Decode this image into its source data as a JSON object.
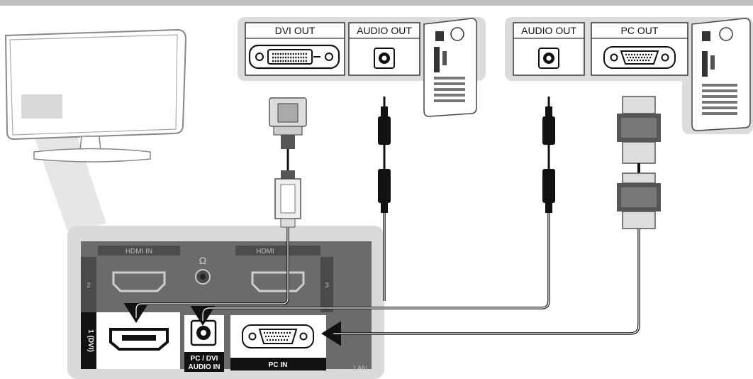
{
  "pc1": {
    "dvi_out_label": "DVI OUT",
    "audio_out_label": "AUDIO OUT"
  },
  "pc2": {
    "audio_out_label": "AUDIO OUT",
    "pc_out_label": "PC OUT"
  },
  "tv_panel": {
    "hdmi_in_label": "HDMI IN",
    "hdmi_in_label_2": "HDMI",
    "port_num_2": "2",
    "port_num_3": "3",
    "hdmi1_dvi_label": "1 (DVI)",
    "pc_dvi_audio_in_line1": "PC / DVI",
    "pc_dvi_audio_in_line2": "AUDIO IN",
    "pc_in_label": "PC IN",
    "lan_label": "LAN",
    "headphone_symbol": "Ω"
  },
  "colors": {
    "panel_gray": "#dcdcdc",
    "dark_panel": "#6b6b6b",
    "cable_black": "#111111",
    "label_white": "#ffffff"
  },
  "icons": [
    "tv-icon",
    "pc-tower-icon",
    "dvi-port-icon",
    "vga-port-icon",
    "audio-jack-icon",
    "headphone-icon",
    "hdmi-port-icon",
    "rca-plug-icon",
    "dvi-hdmi-cable-icon",
    "vga-cable-icon"
  ]
}
